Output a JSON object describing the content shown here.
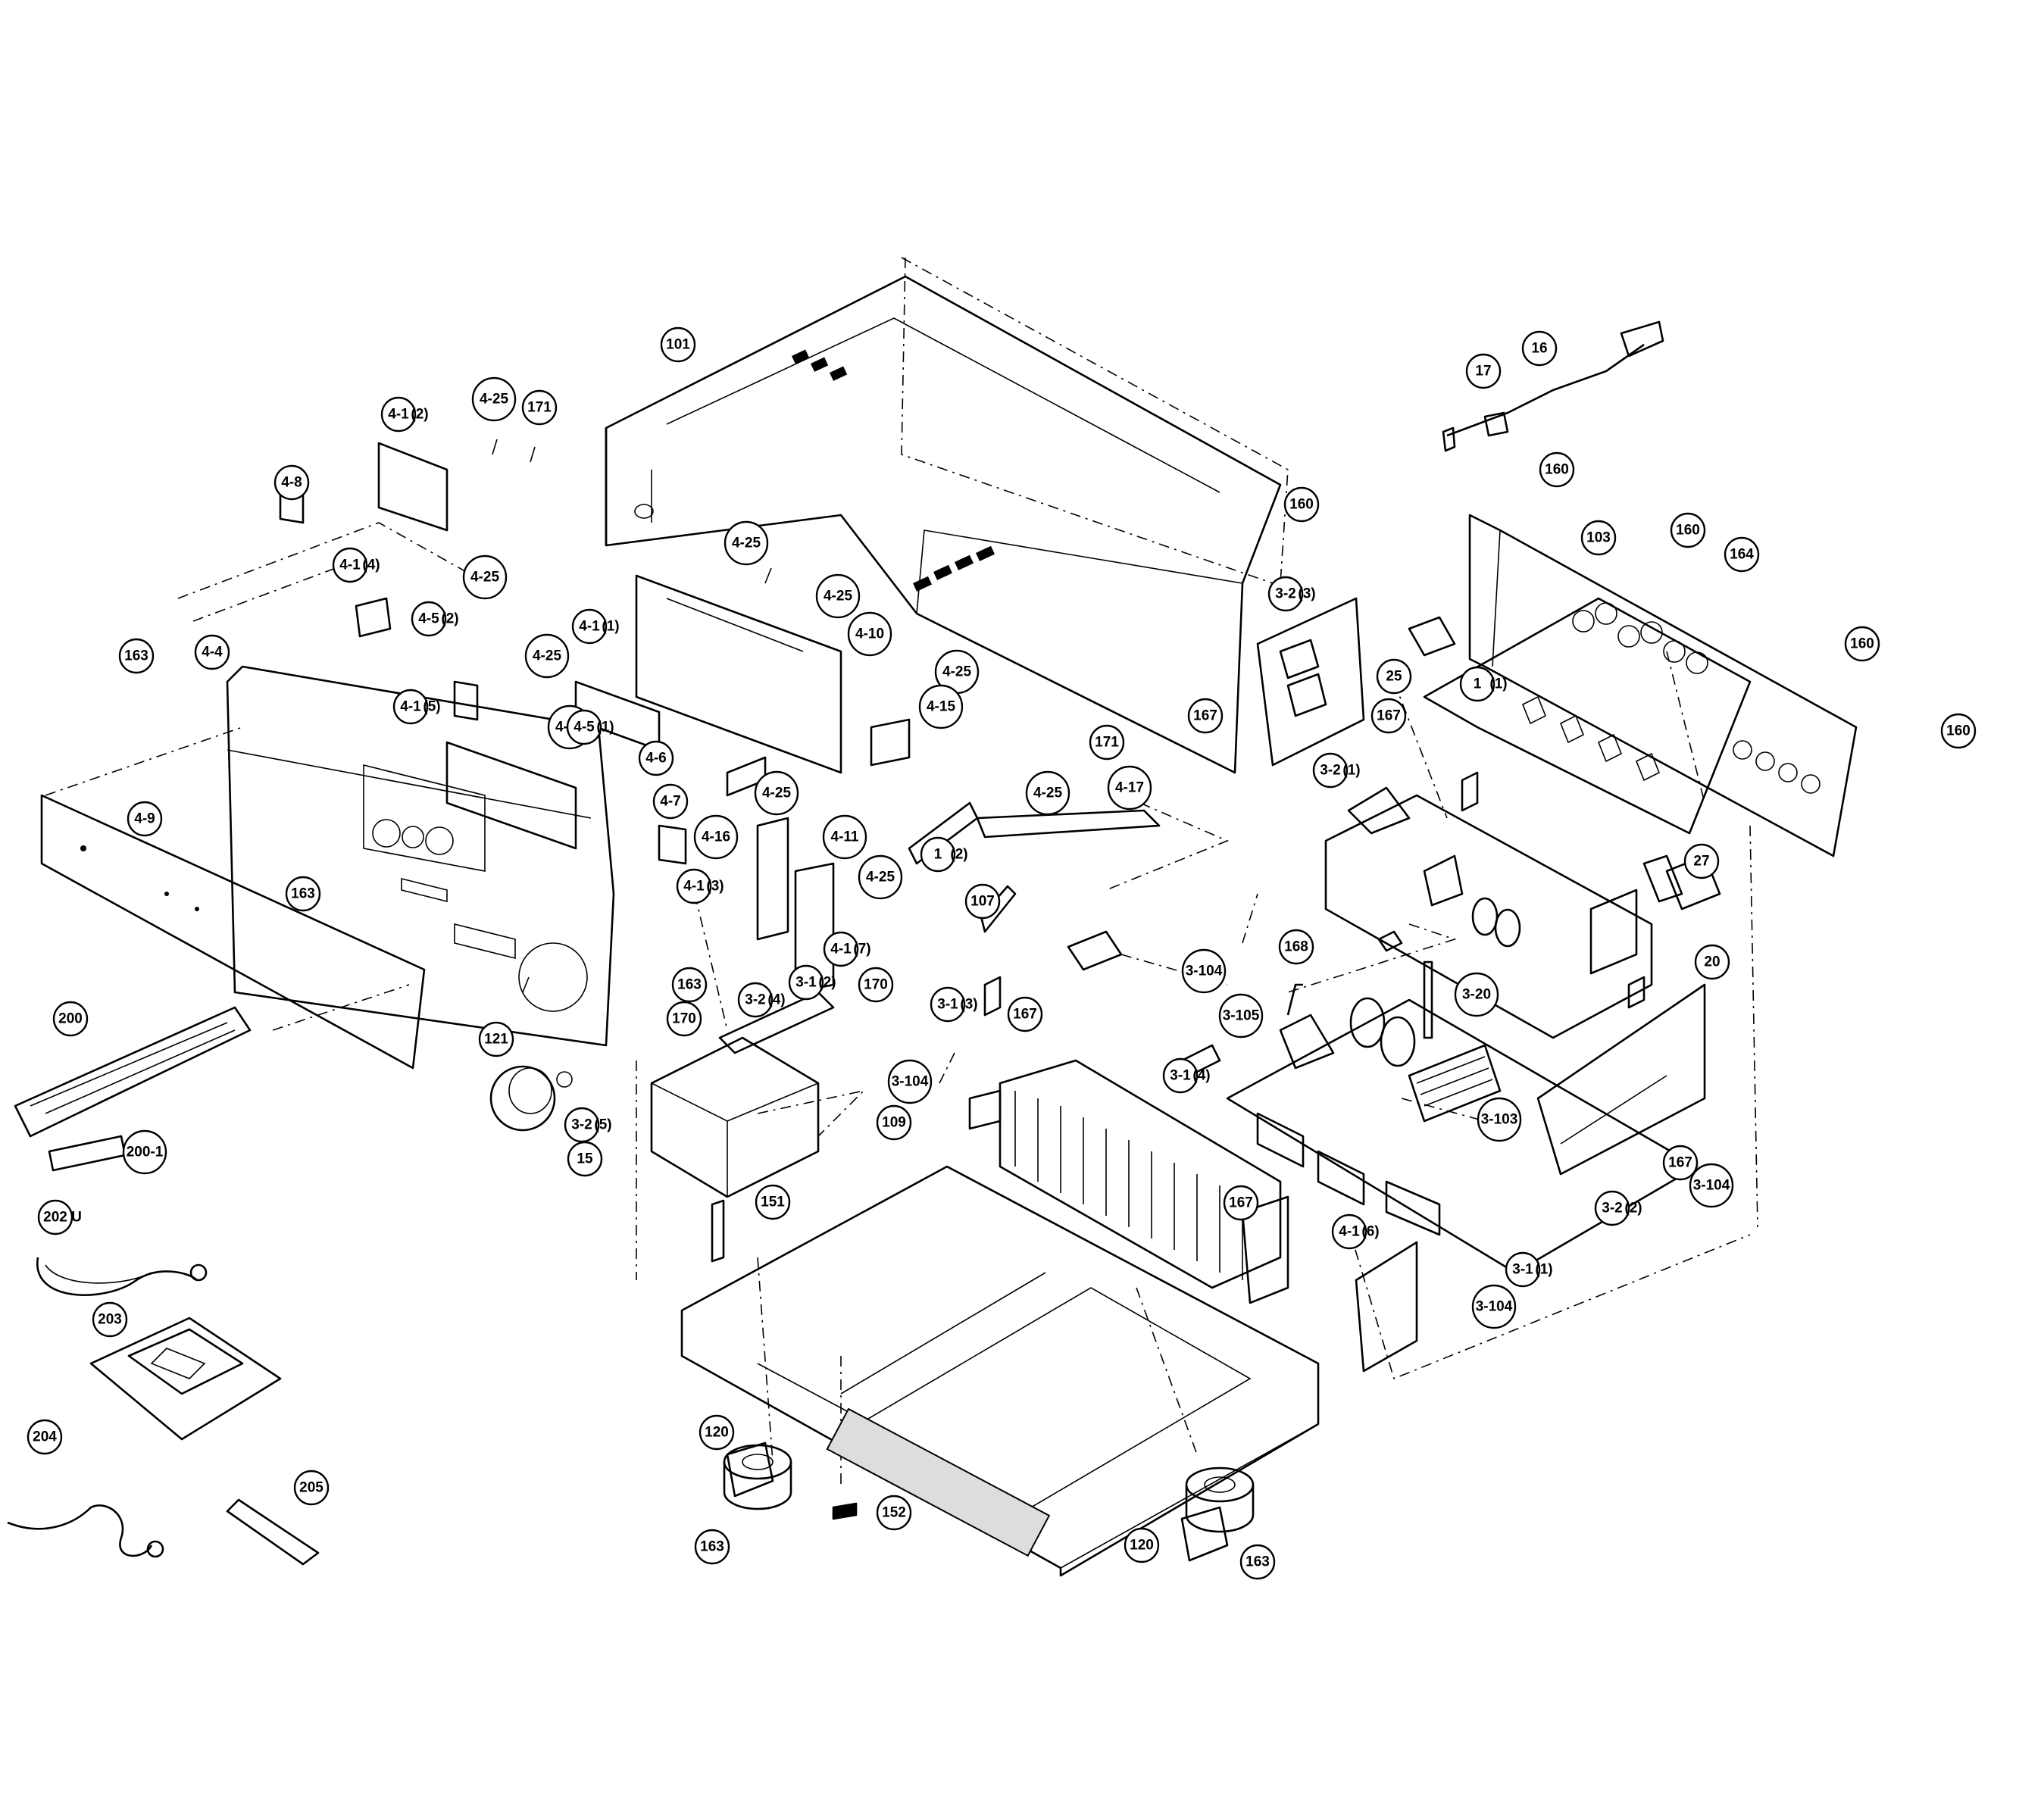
{
  "diagram": {
    "callouts": [
      {
        "id": "c-101",
        "label": "101",
        "qty": ""
      },
      {
        "id": "c-4-1-2",
        "label": "4-1",
        "qty": "(2)"
      },
      {
        "id": "c-4-25-a",
        "label": "4-25",
        "qty": ""
      },
      {
        "id": "c-171-a",
        "label": "171",
        "qty": ""
      },
      {
        "id": "c-4-8",
        "label": "4-8",
        "qty": ""
      },
      {
        "id": "c-4-1-4",
        "label": "4-1",
        "qty": "(4)"
      },
      {
        "id": "c-4-25-b",
        "label": "4-25",
        "qty": ""
      },
      {
        "id": "c-4-5-2",
        "label": "4-5",
        "qty": "(2)"
      },
      {
        "id": "c-4-25-c",
        "label": "4-25",
        "qty": ""
      },
      {
        "id": "c-4-25-d",
        "label": "4-25",
        "qty": ""
      },
      {
        "id": "c-4-10",
        "label": "4-10",
        "qty": ""
      },
      {
        "id": "c-4-25-e",
        "label": "4-25",
        "qty": ""
      },
      {
        "id": "c-4-1-1",
        "label": "4-1",
        "qty": "(1)"
      },
      {
        "id": "c-163-a",
        "label": "163",
        "qty": ""
      },
      {
        "id": "c-4-4",
        "label": "4-4",
        "qty": ""
      },
      {
        "id": "c-4-25-f",
        "label": "4-25",
        "qty": ""
      },
      {
        "id": "c-4-1-5",
        "label": "4-1",
        "qty": "(5)"
      },
      {
        "id": "c-4-12",
        "label": "4-12",
        "qty": ""
      },
      {
        "id": "c-4-5-1",
        "label": "4-5",
        "qty": "(1)"
      },
      {
        "id": "c-4-6",
        "label": "4-6",
        "qty": ""
      },
      {
        "id": "c-4-15",
        "label": "4-15",
        "qty": ""
      },
      {
        "id": "c-4-9",
        "label": "4-9",
        "qty": ""
      },
      {
        "id": "c-4-7",
        "label": "4-7",
        "qty": ""
      },
      {
        "id": "c-4-25-g",
        "label": "4-25",
        "qty": ""
      },
      {
        "id": "c-4-16",
        "label": "4-16",
        "qty": ""
      },
      {
        "id": "c-4-11",
        "label": "4-11",
        "qty": ""
      },
      {
        "id": "c-1-2",
        "label": "1",
        "qty": "(2)"
      },
      {
        "id": "c-4-25-h",
        "label": "4-25",
        "qty": ""
      },
      {
        "id": "c-171-b",
        "label": "171",
        "qty": ""
      },
      {
        "id": "c-4-17",
        "label": "4-17",
        "qty": ""
      },
      {
        "id": "c-163-b",
        "label": "163",
        "qty": ""
      },
      {
        "id": "c-4-1-3",
        "label": "4-1",
        "qty": "(3)"
      },
      {
        "id": "c-4-25-i",
        "label": "4-25",
        "qty": ""
      },
      {
        "id": "c-107",
        "label": "107",
        "qty": ""
      },
      {
        "id": "c-4-1-7",
        "label": "4-1",
        "qty": "(7)"
      },
      {
        "id": "c-163-c",
        "label": "163",
        "qty": ""
      },
      {
        "id": "c-170-a",
        "label": "170",
        "qty": ""
      },
      {
        "id": "c-3-2-4",
        "label": "3-2",
        "qty": "(4)"
      },
      {
        "id": "c-3-1-2",
        "label": "3-1",
        "qty": "(2)"
      },
      {
        "id": "c-170-b",
        "label": "170",
        "qty": ""
      },
      {
        "id": "c-200",
        "label": "200",
        "qty": ""
      },
      {
        "id": "c-121",
        "label": "121",
        "qty": ""
      },
      {
        "id": "c-3-2-5",
        "label": "3-2",
        "qty": "(5)"
      },
      {
        "id": "c-15",
        "label": "15",
        "qty": ""
      },
      {
        "id": "c-200-1",
        "label": "200-1",
        "qty": ""
      },
      {
        "id": "c-151",
        "label": "151",
        "qty": ""
      },
      {
        "id": "c-202",
        "label": "202",
        "qty": "U"
      },
      {
        "id": "c-203",
        "label": "203",
        "qty": ""
      },
      {
        "id": "c-204",
        "label": "204",
        "qty": ""
      },
      {
        "id": "c-205",
        "label": "205",
        "qty": ""
      },
      {
        "id": "c-120-a",
        "label": "120",
        "qty": ""
      },
      {
        "id": "c-163-d",
        "label": "163",
        "qty": ""
      },
      {
        "id": "c-152",
        "label": "152",
        "qty": ""
      },
      {
        "id": "c-109",
        "label": "109",
        "qty": ""
      },
      {
        "id": "c-3-104-a",
        "label": "3-104",
        "qty": ""
      },
      {
        "id": "c-3-1-3",
        "label": "3-1",
        "qty": "(3)"
      },
      {
        "id": "c-167-a",
        "label": "167",
        "qty": ""
      },
      {
        "id": "c-3-104-b",
        "label": "3-104",
        "qty": ""
      },
      {
        "id": "c-3-105",
        "label": "3-105",
        "qty": ""
      },
      {
        "id": "c-3-1-4",
        "label": "3-1",
        "qty": "(4)"
      },
      {
        "id": "c-168",
        "label": "168",
        "qty": ""
      },
      {
        "id": "c-3-20",
        "label": "3-20",
        "qty": ""
      },
      {
        "id": "c-167-b",
        "label": "167",
        "qty": ""
      },
      {
        "id": "c-120-b",
        "label": "120",
        "qty": ""
      },
      {
        "id": "c-163-e",
        "label": "163",
        "qty": ""
      },
      {
        "id": "c-3-103",
        "label": "3-103",
        "qty": ""
      },
      {
        "id": "c-3-1-1",
        "label": "3-1",
        "qty": "(1)"
      },
      {
        "id": "c-4-1-6",
        "label": "4-1",
        "qty": "(6)"
      },
      {
        "id": "c-3-104-c",
        "label": "3-104",
        "qty": ""
      },
      {
        "id": "c-3-2-2",
        "label": "3-2",
        "qty": "(2)"
      },
      {
        "id": "c-167-c",
        "label": "167",
        "qty": ""
      },
      {
        "id": "c-3-104-d",
        "label": "3-104",
        "qty": ""
      },
      {
        "id": "c-160-a",
        "label": "160",
        "qty": ""
      },
      {
        "id": "c-3-2-3",
        "label": "3-2",
        "qty": "(3)"
      },
      {
        "id": "c-167-d",
        "label": "167",
        "qty": ""
      },
      {
        "id": "c-25",
        "label": "25",
        "qty": ""
      },
      {
        "id": "c-167-e",
        "label": "167",
        "qty": ""
      },
      {
        "id": "c-1-1",
        "label": "1",
        "qty": "(1)"
      },
      {
        "id": "c-3-2-1",
        "label": "3-2",
        "qty": "(1)"
      },
      {
        "id": "c-27",
        "label": "27",
        "qty": ""
      },
      {
        "id": "c-20",
        "label": "20",
        "qty": ""
      },
      {
        "id": "c-17",
        "label": "17",
        "qty": ""
      },
      {
        "id": "c-16",
        "label": "16",
        "qty": ""
      },
      {
        "id": "c-160-b",
        "label": "160",
        "qty": ""
      },
      {
        "id": "c-103",
        "label": "103",
        "qty": ""
      },
      {
        "id": "c-160-c",
        "label": "160",
        "qty": ""
      },
      {
        "id": "c-164",
        "label": "164",
        "qty": ""
      },
      {
        "id": "c-160-d",
        "label": "160",
        "qty": ""
      },
      {
        "id": "c-160-e",
        "label": "160",
        "qty": ""
      }
    ]
  }
}
